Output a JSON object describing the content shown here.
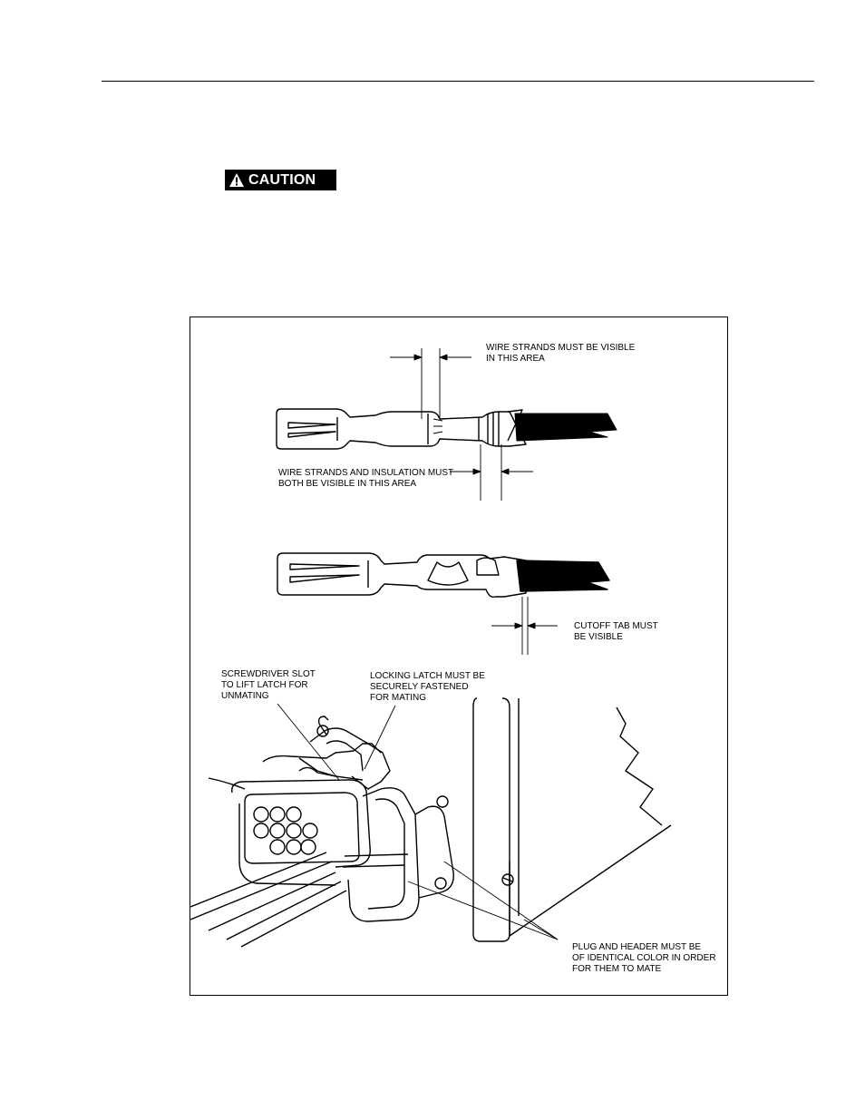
{
  "caution": {
    "label": "CAUTION",
    "icon": "warning-triangle-icon"
  },
  "figure": {
    "callouts": {
      "wire_strands": "WIRE STRANDS MUST BE VISIBLE\nIN THIS AREA",
      "wire_strands_insulation": "WIRE STRANDS AND INSULATION MUST\nBOTH BE VISIBLE IN THIS AREA",
      "cutoff_tab": "CUTOFF TAB MUST\nBE VISIBLE",
      "screwdriver_slot": "SCREWDRIVER SLOT\nTO LIFT LATCH FOR\nUNMATING",
      "locking_latch": "LOCKING LATCH MUST BE\nSECURELY FASTENED\nFOR MATING",
      "plug_header": "PLUG AND HEADER MUST BE\nOF IDENTICAL COLOR IN ORDER\nFOR THEM TO MATE"
    }
  }
}
